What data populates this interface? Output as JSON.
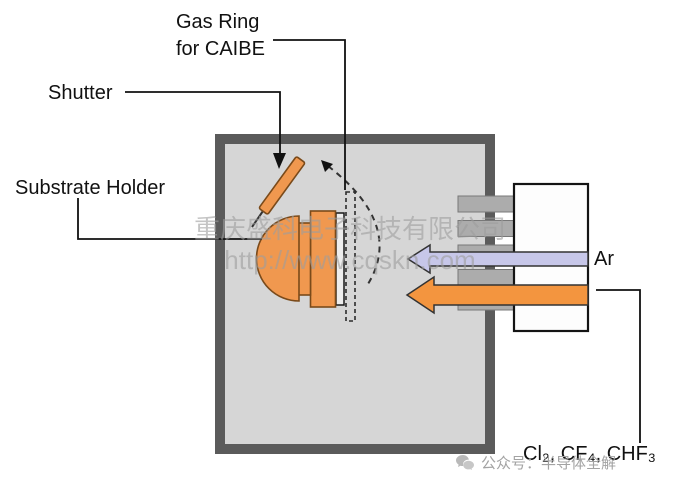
{
  "diagram": {
    "labels": {
      "gas_ring_line1": "Gas Ring",
      "gas_ring_line2": "for CAIBE",
      "shutter": "Shutter",
      "substrate_holder": "Substrate Holder",
      "argon": "Ar",
      "etch_gases": "Cl₂, CF₄, CHF₃"
    },
    "colors": {
      "chamber_fill": "#d6d6d6",
      "chamber_border": "#5b5b5b",
      "holder_orange": "#f0984f",
      "holder_outline": "#7a4a1a",
      "argon_arrow_fill": "#c7c7e9",
      "gas_arrow_fill": "#f3953f",
      "grid_bar_fill": "#acacac",
      "watermark_color": "#9e9e9e",
      "footer_color": "#a3a3a3"
    }
  },
  "watermark": {
    "line1": "重庆盛科电子科技有限公司",
    "line2": "http://www.cqskn.com"
  },
  "footer": {
    "text": "公众号：半导体全解"
  }
}
